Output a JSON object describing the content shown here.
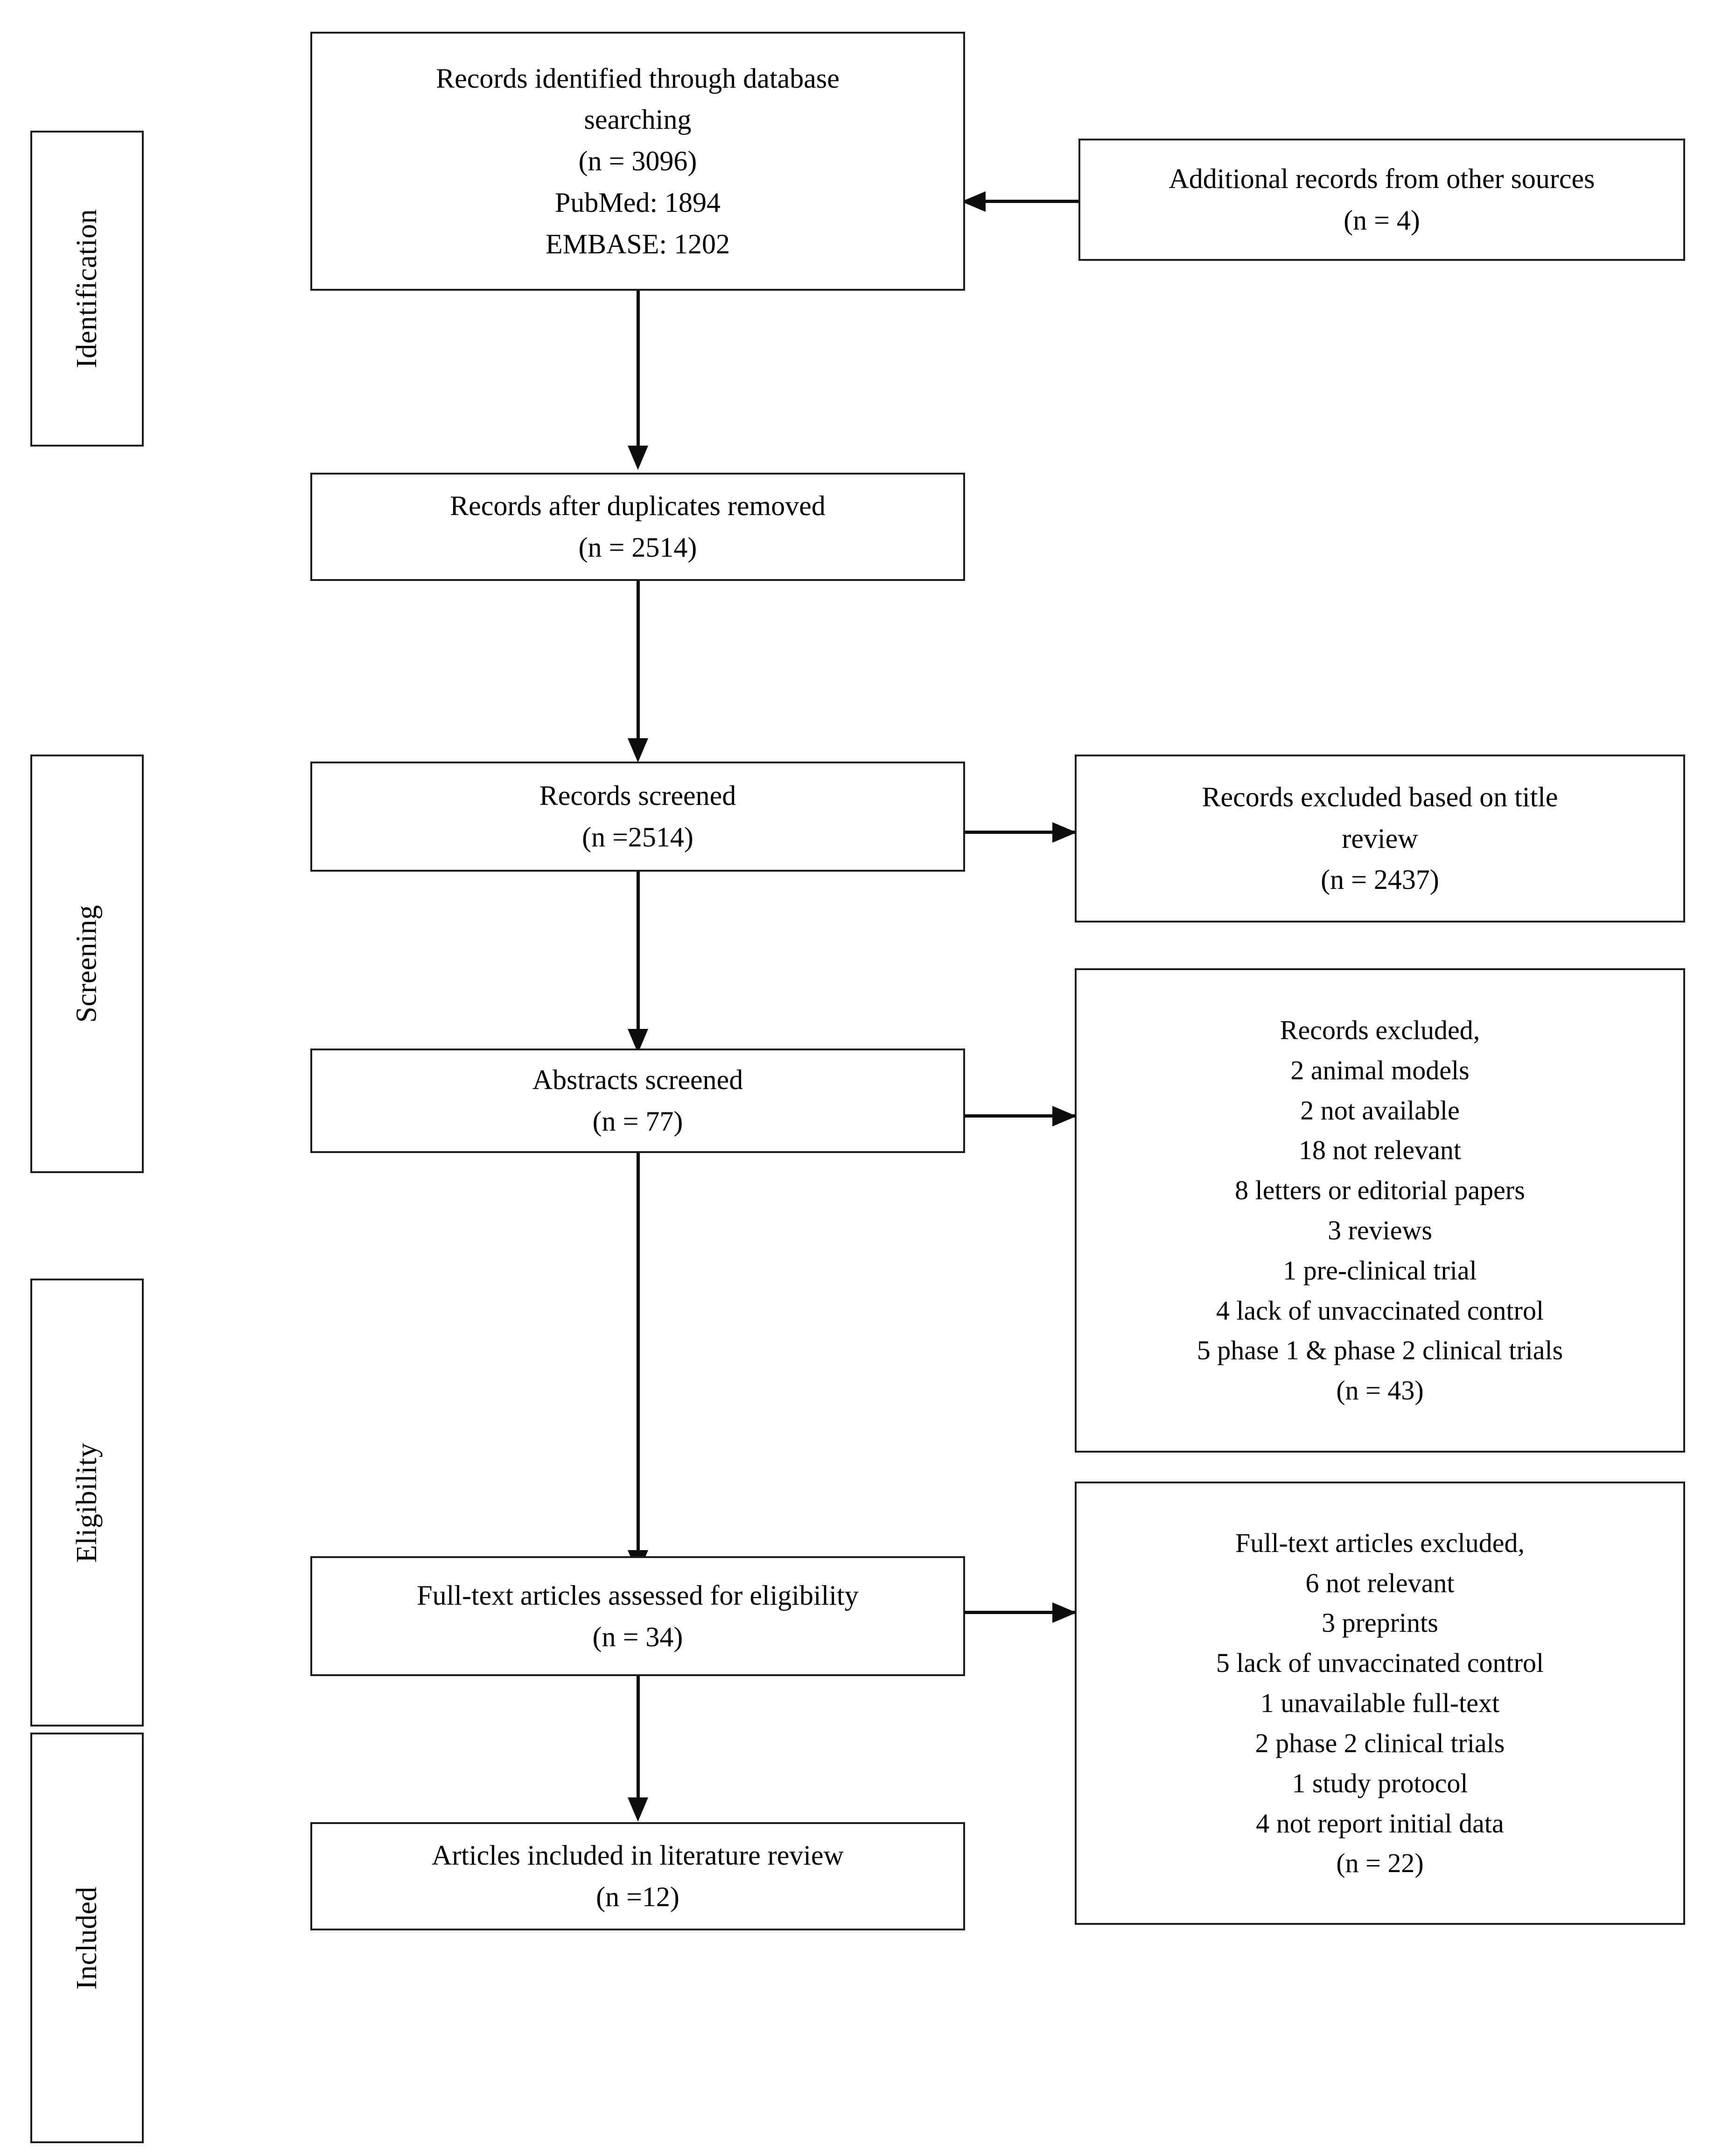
{
  "diagram": {
    "type": "prisma-flow-diagram",
    "title": "PRISMA study selection flow diagram"
  },
  "stages": [
    {
      "id": "identification",
      "label": "Identification"
    },
    {
      "id": "screening",
      "label": "Screening"
    },
    {
      "id": "eligibility",
      "label": "Eligibility"
    },
    {
      "id": "included",
      "label": "Included"
    }
  ],
  "boxes": {
    "identified": {
      "lines": [
        "Records identified through database",
        "searching",
        "(n = 3096)",
        "PubMed: 1894",
        "EMBASE: 1202"
      ]
    },
    "additional": {
      "lines": [
        "Additional records from other sources",
        "(n = 4)"
      ]
    },
    "duplicates_removed": {
      "lines": [
        "Records after duplicates removed",
        "(n = 2514)"
      ]
    },
    "records_screened": {
      "lines": [
        "Records screened",
        "(n =2514)"
      ]
    },
    "records_excluded_title": {
      "lines": [
        "Records excluded based on title",
        "review",
        "(n = 2437)"
      ]
    },
    "abstracts_screened": {
      "lines": [
        "Abstracts screened",
        "(n = 77)"
      ]
    },
    "records_excluded_abstract": {
      "lines": [
        "Records excluded,",
        "2 animal models",
        "2 not available",
        "18 not relevant",
        "8 letters or editorial papers",
        "3 reviews",
        "1 pre-clinical trial",
        "4 lack of unvaccinated control",
        "5 phase 1 & phase 2 clinical trials",
        "(n = 43)"
      ]
    },
    "fulltext_assessed": {
      "lines": [
        "Full-text articles assessed for eligibility",
        "(n = 34)"
      ]
    },
    "fulltext_excluded": {
      "lines": [
        "Full-text articles excluded,",
        "6 not relevant",
        "3 preprints",
        "5 lack of unvaccinated control",
        "1 unavailable full-text",
        "2 phase 2 clinical trials",
        "1 study protocol",
        "4 not report initial data",
        "(n = 22)"
      ]
    },
    "included_final": {
      "lines": [
        "Articles included in literature review",
        "(n =12)"
      ]
    }
  },
  "chart_data": {
    "type": "flowchart",
    "title": "PRISMA study selection flow diagram",
    "nodes": [
      {
        "id": "identified",
        "stage": "Identification",
        "n": 3096,
        "label": "Records identified through database searching",
        "breakdown": {
          "PubMed": 1894,
          "EMBASE": 1202
        }
      },
      {
        "id": "additional",
        "stage": "Identification",
        "n": 4,
        "label": "Additional records from other sources"
      },
      {
        "id": "duplicates_removed",
        "stage": "Identification",
        "n": 2514,
        "label": "Records after duplicates removed"
      },
      {
        "id": "records_screened",
        "stage": "Screening",
        "n": 2514,
        "label": "Records screened"
      },
      {
        "id": "records_excluded_title",
        "stage": "Screening",
        "n": 2437,
        "label": "Records excluded based on title review"
      },
      {
        "id": "abstracts_screened",
        "stage": "Screening",
        "n": 77,
        "label": "Abstracts screened"
      },
      {
        "id": "records_excluded_abstract",
        "stage": "Eligibility",
        "n": 43,
        "label": "Records excluded",
        "reasons": [
          {
            "count": 2,
            "reason": "animal models"
          },
          {
            "count": 2,
            "reason": "not available"
          },
          {
            "count": 18,
            "reason": "not relevant"
          },
          {
            "count": 8,
            "reason": "letters or editorial papers"
          },
          {
            "count": 3,
            "reason": "reviews"
          },
          {
            "count": 1,
            "reason": "pre-clinical trial"
          },
          {
            "count": 4,
            "reason": "lack of unvaccinated control"
          },
          {
            "count": 5,
            "reason": "phase 1 & phase 2 clinical trials"
          }
        ]
      },
      {
        "id": "fulltext_assessed",
        "stage": "Eligibility",
        "n": 34,
        "label": "Full-text articles assessed for eligibility"
      },
      {
        "id": "fulltext_excluded",
        "stage": "Eligibility",
        "n": 22,
        "label": "Full-text articles excluded",
        "reasons": [
          {
            "count": 6,
            "reason": "not relevant"
          },
          {
            "count": 3,
            "reason": "preprints"
          },
          {
            "count": 5,
            "reason": "lack of unvaccinated control"
          },
          {
            "count": 1,
            "reason": "unavailable full-text"
          },
          {
            "count": 2,
            "reason": "phase 2 clinical trials"
          },
          {
            "count": 1,
            "reason": "study protocol"
          },
          {
            "count": 4,
            "reason": "not report initial data"
          }
        ]
      },
      {
        "id": "included_final",
        "stage": "Included",
        "n": 12,
        "label": "Articles included in literature review"
      }
    ],
    "edges": [
      {
        "from": "additional",
        "to": "identified",
        "direction": "left"
      },
      {
        "from": "identified",
        "to": "duplicates_removed",
        "direction": "down"
      },
      {
        "from": "duplicates_removed",
        "to": "records_screened",
        "direction": "down"
      },
      {
        "from": "records_screened",
        "to": "records_excluded_title",
        "direction": "right"
      },
      {
        "from": "records_screened",
        "to": "abstracts_screened",
        "direction": "down"
      },
      {
        "from": "abstracts_screened",
        "to": "records_excluded_abstract",
        "direction": "right"
      },
      {
        "from": "abstracts_screened",
        "to": "fulltext_assessed",
        "direction": "down"
      },
      {
        "from": "fulltext_assessed",
        "to": "fulltext_excluded",
        "direction": "right"
      },
      {
        "from": "fulltext_assessed",
        "to": "included_final",
        "direction": "down"
      }
    ],
    "colors": {
      "border": "#1c1c1c",
      "line": "#0d0d0d",
      "background": "#ffffff",
      "text": "#000000"
    }
  }
}
